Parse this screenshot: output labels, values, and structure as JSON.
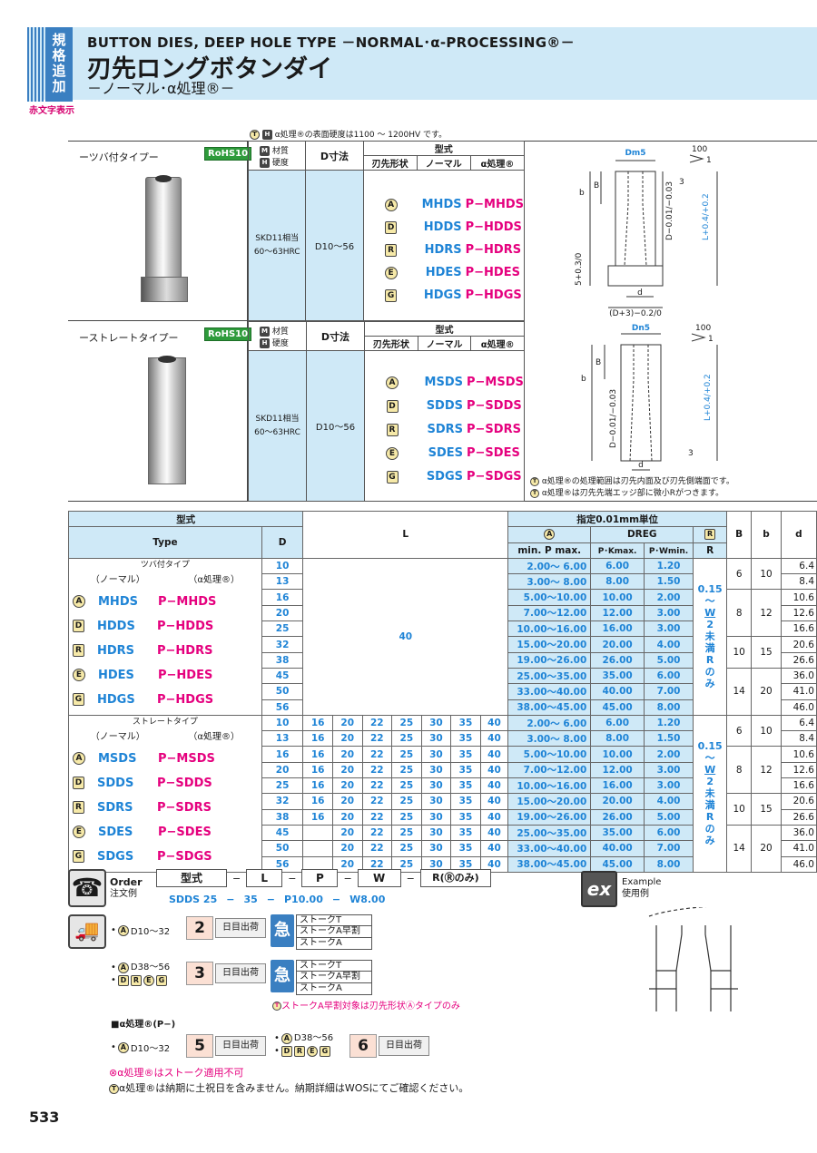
{
  "header": {
    "tab": [
      "規",
      "格",
      "追",
      "加"
    ],
    "en_title": "BUTTON DIES, DEEP HOLE TYPE －NORMAL･α-PROCESSING®－",
    "jp_title": "刃先ロングボタンダイ",
    "jp_sub": "－ノーマル･α処理®－",
    "red_note": "赤文字表示"
  },
  "top_note": "α処理®の表面硬度は1100 ～ 1200HV です。",
  "product_tables": [
    {
      "type_label": "ーツバ付タイプー",
      "rohs": "RoHS10",
      "material_head": [
        "材質",
        "硬度"
      ],
      "d_head": "D寸法",
      "katashiki": "型式",
      "col_heads": [
        "刃先形状",
        "ノーマル",
        "α処理®"
      ],
      "material": [
        "SKD11相当",
        "60～63HRC"
      ],
      "d_range": "D10～56",
      "rows": [
        {
          "shape": "A",
          "normal": "MHDS",
          "alpha": "P−MHDS"
        },
        {
          "shape": "D",
          "normal": "HDDS",
          "alpha": "P−HDDS"
        },
        {
          "shape": "R",
          "normal": "HDRS",
          "alpha": "P−HDRS"
        },
        {
          "shape": "E",
          "normal": "HDES",
          "alpha": "P−HDES"
        },
        {
          "shape": "G",
          "normal": "HDGS",
          "alpha": "P−HDGS"
        }
      ]
    },
    {
      "type_label": "ーストレートタイプー",
      "rohs": "RoHS10",
      "material_head": [
        "材質",
        "硬度"
      ],
      "d_head": "D寸法",
      "katashiki": "型式",
      "col_heads": [
        "刃先形状",
        "ノーマル",
        "α処理®"
      ],
      "material": [
        "SKD11相当",
        "60～63HRC"
      ],
      "d_range": "D10～56",
      "rows": [
        {
          "shape": "A",
          "normal": "MSDS",
          "alpha": "P−MSDS"
        },
        {
          "shape": "D",
          "normal": "SDDS",
          "alpha": "P−SDDS"
        },
        {
          "shape": "R",
          "normal": "SDRS",
          "alpha": "P−SDRS"
        },
        {
          "shape": "E",
          "normal": "SDES",
          "alpha": "P−SDES"
        },
        {
          "shape": "G",
          "normal": "SDGS",
          "alpha": "P−SDGS"
        }
      ]
    }
  ],
  "drawing_notes": [
    "α処理®の処理範囲は刃先内面及び刃先側端面です。",
    "α処理®は刃先先端エッジ部に微小Rがつきます。"
  ],
  "drawing_labels": {
    "dm5": "Dm5",
    "dn5": "Dn5",
    "hundred": "100",
    "one": "1",
    "b": "b",
    "B": "B",
    "three": "3",
    "d_tol": "D−0.01/−0.03",
    "l_tol": "L+0.4/+0.2",
    "five": "5+0.3/0",
    "d": "d",
    "d3": "(D+3)−0.2/0"
  },
  "spec": {
    "head": {
      "katashiki": "型式",
      "type": "Type",
      "D": "D",
      "L": "L",
      "unit": "指定0.01mm単位",
      "A": "A",
      "DREG": "DREG",
      "R": "R",
      "minp": "min. P max.",
      "pk": "P･Kmax.",
      "pw": "P･Wmin.",
      "Rsub": "R",
      "B": "B",
      "b": "b",
      "d": "d"
    },
    "group1": {
      "title": "ツバ付タイプ",
      "sub": [
        "（ノーマル）",
        "（α処理®）"
      ],
      "types": [
        [
          "A",
          "MHDS",
          "P−MHDS"
        ],
        [
          "D",
          "HDDS",
          "P−HDDS"
        ],
        [
          "R",
          "HDRS",
          "P−HDRS"
        ],
        [
          "E",
          "HDES",
          "P−HDES"
        ],
        [
          "G",
          "HDGS",
          "P−HDGS"
        ]
      ],
      "L": "40",
      "r_text": [
        "0.15",
        "～",
        "W",
        "2",
        "未",
        "満",
        "R",
        "の",
        "み"
      ]
    },
    "group2": {
      "title": "ストレートタイプ",
      "sub": [
        "（ノーマル）",
        "（α処理®）"
      ],
      "types": [
        [
          "A",
          "MSDS",
          "P−MSDS"
        ],
        [
          "D",
          "SDDS",
          "P−SDDS"
        ],
        [
          "R",
          "SDRS",
          "P−SDRS"
        ],
        [
          "E",
          "SDES",
          "P−SDES"
        ],
        [
          "G",
          "SDGS",
          "P−SDGS"
        ]
      ],
      "r_text": [
        "0.15",
        "～",
        "W",
        "2",
        "未",
        "満",
        "R",
        "の",
        "み"
      ]
    },
    "rows": [
      {
        "D": "10",
        "P": "2.00～ 6.00",
        "K": "6.00",
        "W": "1.20",
        "d": "6.4"
      },
      {
        "D": "13",
        "P": "3.00～ 8.00",
        "K": "8.00",
        "W": "1.50",
        "d": "8.4"
      },
      {
        "D": "16",
        "P": "5.00～10.00",
        "K": "10.00",
        "W": "2.00",
        "d": "10.6"
      },
      {
        "D": "20",
        "P": "7.00～12.00",
        "K": "12.00",
        "W": "3.00",
        "d": "12.6"
      },
      {
        "D": "25",
        "P": "10.00～16.00",
        "K": "16.00",
        "W": "3.00",
        "d": "16.6"
      },
      {
        "D": "32",
        "P": "15.00～20.00",
        "K": "20.00",
        "W": "4.00",
        "d": "20.6"
      },
      {
        "D": "38",
        "P": "19.00～26.00",
        "K": "26.00",
        "W": "5.00",
        "d": "26.6"
      },
      {
        "D": "45",
        "P": "25.00～35.00",
        "K": "35.00",
        "W": "6.00",
        "d": "36.0"
      },
      {
        "D": "50",
        "P": "33.00～40.00",
        "K": "40.00",
        "W": "7.00",
        "d": "41.0"
      },
      {
        "D": "56",
        "P": "38.00～45.00",
        "K": "45.00",
        "W": "8.00",
        "d": "46.0"
      }
    ],
    "Bb": [
      {
        "B": "6",
        "b": "10"
      },
      {
        "B": "8",
        "b": "12"
      },
      {
        "B": "10",
        "b": "15"
      },
      {
        "B": "14",
        "b": "20"
      }
    ],
    "L_straight": [
      [
        "16",
        "20",
        "22",
        "25",
        "30",
        "35",
        "40"
      ],
      [
        "16",
        "20",
        "22",
        "25",
        "30",
        "35",
        "40"
      ],
      [
        "16",
        "20",
        "22",
        "25",
        "30",
        "35",
        "40"
      ],
      [
        "16",
        "20",
        "22",
        "25",
        "30",
        "35",
        "40"
      ],
      [
        "16",
        "20",
        "22",
        "25",
        "30",
        "35",
        "40"
      ],
      [
        "16",
        "20",
        "22",
        "25",
        "30",
        "35",
        "40"
      ],
      [
        "16",
        "20",
        "22",
        "25",
        "30",
        "35",
        "40"
      ],
      [
        "",
        "20",
        "22",
        "25",
        "30",
        "35",
        "40"
      ],
      [
        "",
        "20",
        "22",
        "25",
        "30",
        "35",
        "40"
      ],
      [
        "",
        "20",
        "22",
        "25",
        "30",
        "35",
        "40"
      ]
    ]
  },
  "order": {
    "label": "Order",
    "label_jp": "注文例",
    "boxes": [
      "型式",
      "L",
      "P",
      "W",
      "R(Ⓡのみ)"
    ],
    "example": [
      "SDDS 25",
      "−",
      "35",
      "−",
      "P10.00",
      "−",
      "W8.00"
    ],
    "dash": "−"
  },
  "example": {
    "label": "Example",
    "label_jp": "使用例"
  },
  "delivery": {
    "r1_cond": "D10～32",
    "r1_days": "2",
    "r1_text": "日目出荷",
    "kyu": "急",
    "strokes": [
      "ストークT",
      "ストークA早割",
      "ストークA"
    ],
    "r2_cond": "D38～56",
    "r2_days": "3",
    "r2_text": "日目出荷",
    "r2_types": [
      "D",
      "R",
      "E",
      "G"
    ],
    "stroke_note": "ストークA早割対象は刃先形状Ⓐタイプのみ",
    "alpha_head": "■α処理®(P−)",
    "r3_cond": "D10～32",
    "r3_days": "5",
    "r3_text": "日目出荷",
    "r4_cond": "D38～56",
    "r4_days": "6",
    "r4_text": "日目出荷",
    "notes": [
      "α処理®はストーク適用不可",
      "α処理®は納期に土祝日を含みません。納期詳細はWOSにてご確認ください。"
    ]
  },
  "page_number": "533"
}
